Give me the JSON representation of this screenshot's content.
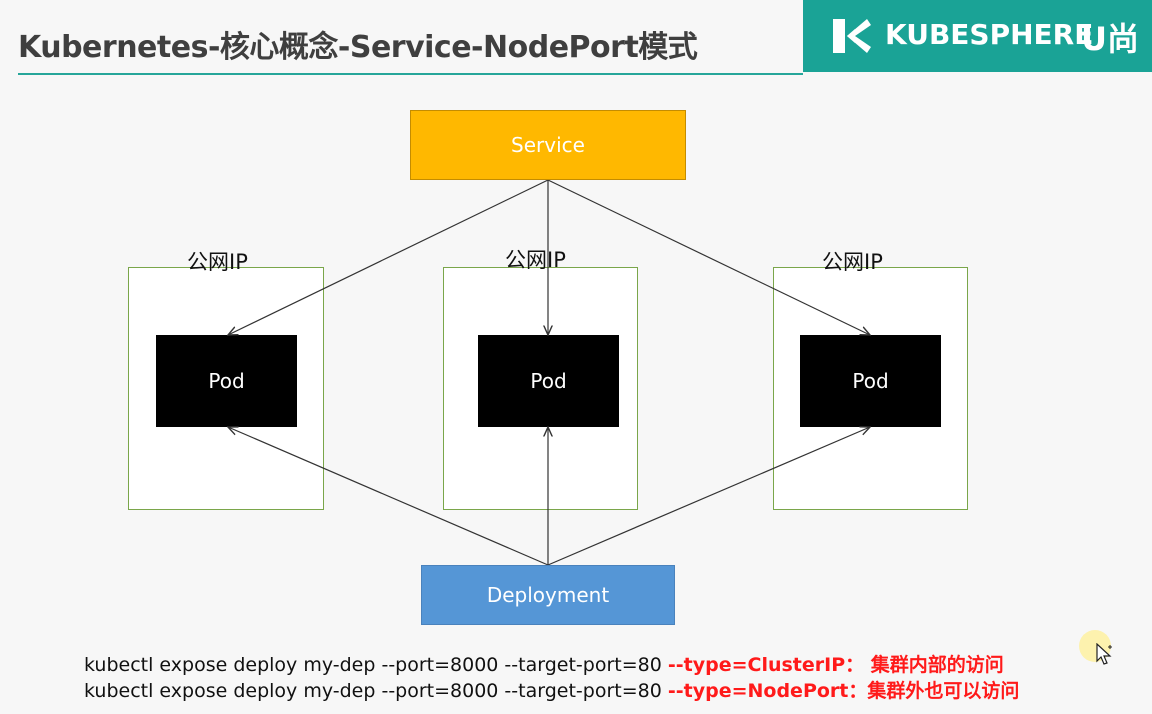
{
  "header": {
    "title": "Kubernetes-核心概念-Service-NodePort模式",
    "brand_name": "KUBESPHERE",
    "brand_extra": "U尚",
    "accent_color": "#1aa396"
  },
  "diagram": {
    "service_label": "Service",
    "deployment_label": "Deployment",
    "nodes": [
      {
        "label": "公网IP",
        "pod_label": "Pod"
      },
      {
        "label": "公网IP",
        "pod_label": "Pod"
      },
      {
        "label": "公网IP",
        "pod_label": "Pod"
      }
    ],
    "colors": {
      "service": "#ffb800",
      "deployment": "#5596d6",
      "pod": "#000000",
      "node_border": "#7aa64a"
    }
  },
  "commands": [
    {
      "base": "kubectl expose deploy my-dep --port=8000 --target-port=80 ",
      "flag": "--type=ClusterIP：  集群内部的访问"
    },
    {
      "base": "kubectl expose deploy my-dep --port=8000 --target-port=80 ",
      "flag": "--type=NodePort：集群外也可以访问"
    }
  ],
  "cursor": {
    "icon": "arrow-cursor-icon"
  }
}
